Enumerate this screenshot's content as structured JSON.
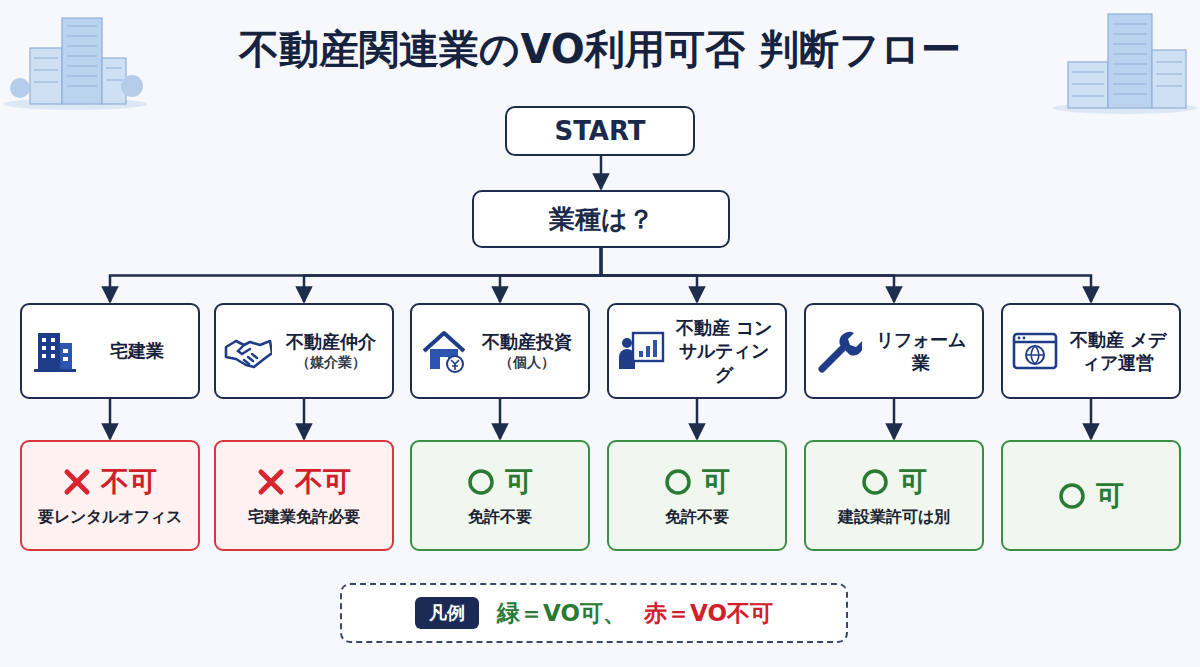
{
  "diagram": {
    "title": "不動産関連業のVO利用可否 判断フロー",
    "nodes": [
      {
        "text": [
          "START"
        ]
      },
      {
        "text": [
          "業種は？"
        ]
      },
      {
        "text": [
          "宅建業"
        ]
      },
      {
        "text": [
          "不動産仲介",
          "（媒介業）"
        ]
      },
      {
        "text": [
          "不動産投資",
          "（個人）"
        ]
      },
      {
        "text": [
          "不動産 コンサルティング"
        ]
      },
      {
        "text": [
          "リフォーム業"
        ]
      },
      {
        "text": [
          "不動産 メディア運営"
        ]
      },
      {
        "text": [
          "不可",
          "要レンタルオフィス"
        ]
      },
      {
        "text": [
          "不可",
          "宅建業免許必要"
        ]
      },
      {
        "text": [
          "可",
          "免許不要"
        ]
      },
      {
        "text": [
          "可",
          "免許不要"
        ]
      },
      {
        "text": [
          "可",
          "建設業許可は別"
        ]
      },
      {
        "text": [
          "可"
        ]
      }
    ],
    "edges": [
      {
        "from": 0,
        "to": 1,
        "arrow": "to"
      },
      {
        "from": 1,
        "to": 2,
        "arrow": "to"
      },
      {
        "from": 1,
        "to": 3,
        "arrow": "to"
      },
      {
        "from": 1,
        "to": 4,
        "arrow": "to"
      },
      {
        "from": 1,
        "to": 5,
        "arrow": "to"
      },
      {
        "from": 1,
        "to": 6,
        "arrow": "to"
      },
      {
        "from": 1,
        "to": 7,
        "arrow": "to"
      },
      {
        "from": 2,
        "to": 8,
        "arrow": "to"
      },
      {
        "from": 3,
        "to": 9,
        "arrow": "to"
      },
      {
        "from": 4,
        "to": 10,
        "arrow": "to"
      },
      {
        "from": 5,
        "to": 11,
        "arrow": "to"
      },
      {
        "from": 6,
        "to": 12,
        "arrow": "to"
      },
      {
        "from": 7,
        "to": 13,
        "arrow": "to"
      }
    ],
    "labels": [
      "凡例",
      "緑＝VO可、",
      "赤＝VO不可"
    ]
  }
}
